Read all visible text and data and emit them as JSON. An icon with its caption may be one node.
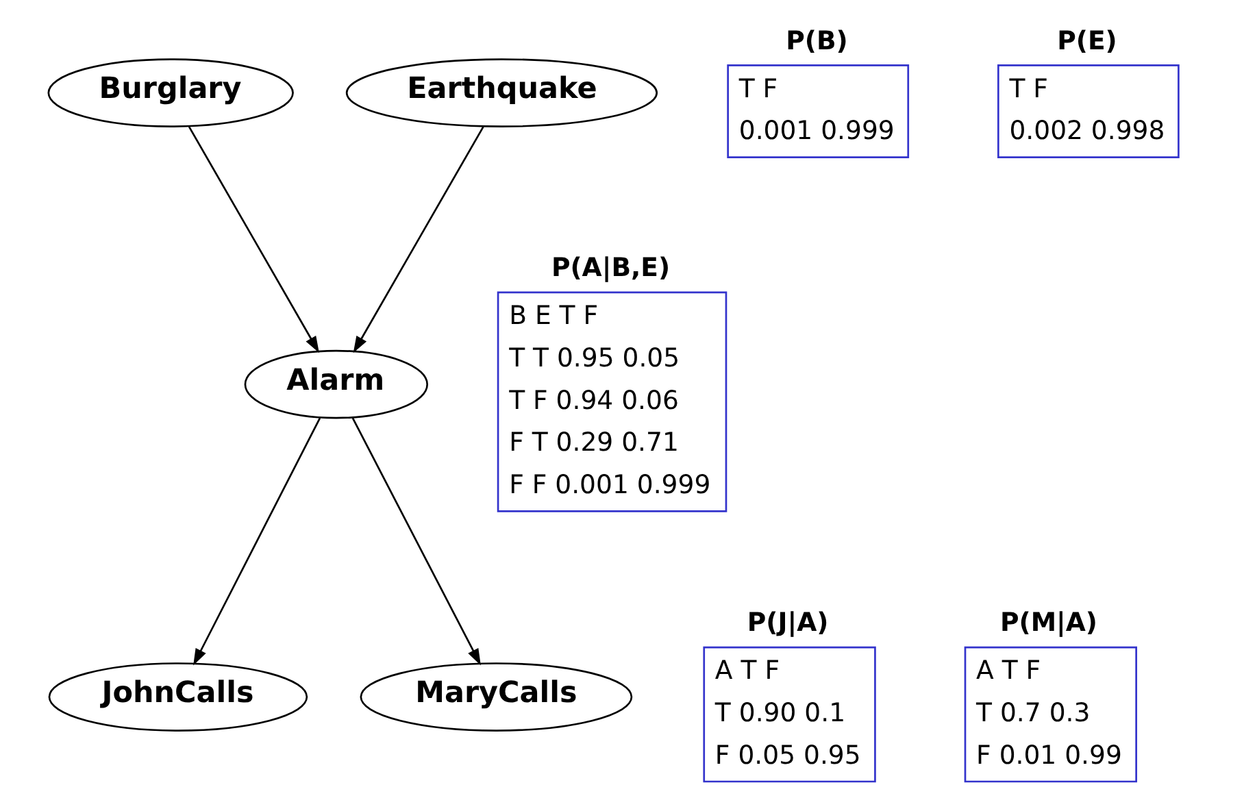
{
  "diagram": {
    "nodes": [
      {
        "text": [
          "Burglary"
        ]
      },
      {
        "text": [
          "P(B)",
          "T F",
          "0.001 0.999"
        ]
      },
      {
        "text": [
          "Earthquake"
        ]
      },
      {
        "text": [
          "P(E)",
          "T F",
          "0.002 0.998"
        ]
      },
      {
        "text": [
          "P(A|B,E)",
          "B E T F",
          "T T 0.95 0.05",
          "T F 0.94 0.06",
          "F T 0.29 0.71",
          "F F 0.001 0.999"
        ]
      },
      {
        "text": [
          "Alarm"
        ]
      },
      {
        "text": [
          "P(J|A)",
          "A T F",
          "T 0.90 0.1",
          "F 0.05 0.95"
        ]
      },
      {
        "text": [
          "JohnCalls"
        ]
      },
      {
        "text": [
          "MaryCalls"
        ]
      },
      {
        "text": [
          "P(M|A)",
          "A T F",
          "T 0.7 0.3",
          "F 0.01 0.99"
        ]
      }
    ],
    "edges": [
      {
        "from": 0,
        "to": 5,
        "arrow": "to"
      },
      {
        "from": 2,
        "to": 5,
        "arrow": "to"
      },
      {
        "from": 5,
        "to": 7,
        "arrow": "to"
      },
      {
        "from": 5,
        "to": 8,
        "arrow": "to"
      }
    ]
  }
}
